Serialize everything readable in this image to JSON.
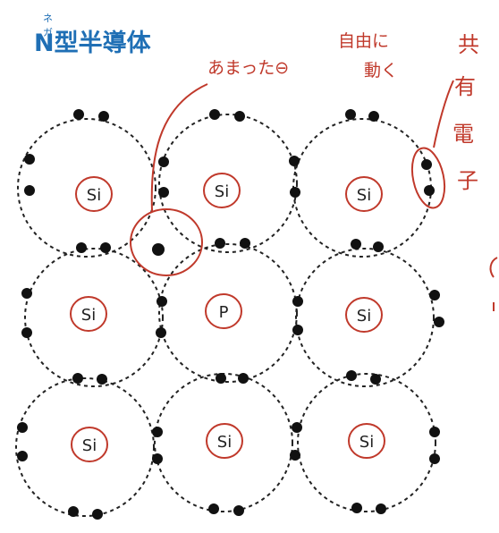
{
  "title": {
    "ruby": "ネガ",
    "text": "N型半導体"
  },
  "annotations": {
    "extra_electron": "あまった⊖",
    "free_move_line1": "自由に",
    "free_move_line2": "動く",
    "covalent": [
      "共",
      "有",
      "電",
      "子"
    ]
  },
  "atoms": {
    "si": "Si",
    "p": "P"
  },
  "colors": {
    "title": "#1f6fb5",
    "handwriting": "#c0392b",
    "ink": "#111111"
  }
}
